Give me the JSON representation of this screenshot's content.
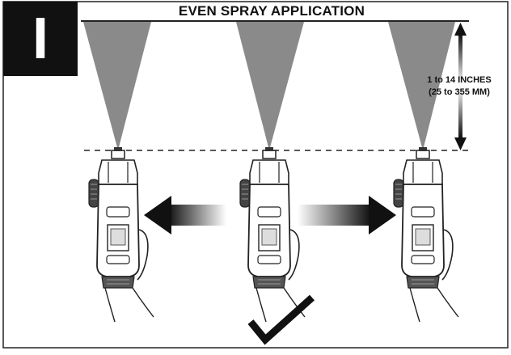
{
  "step": {
    "label": "I"
  },
  "title": "EVEN SPRAY APPLICATION",
  "distance": {
    "imperial": "1 to 14 INCHES",
    "metric": "(25 to 355 MM)"
  },
  "colors": {
    "frame": "#222222",
    "spray_cone": "#8a8a8a",
    "badge": "#111111",
    "check": "#111111"
  },
  "icons": [
    "spray-cone-icon",
    "spray-gun-icon",
    "left-arrow-icon",
    "right-arrow-icon",
    "checkmark-icon"
  ]
}
